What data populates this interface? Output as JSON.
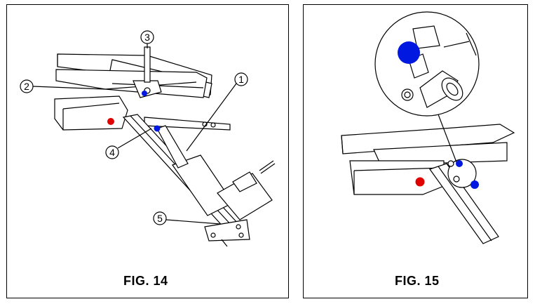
{
  "figure14": {
    "caption": "FIG. 14",
    "callouts": [
      {
        "id": "c1",
        "label": "1"
      },
      {
        "id": "c2",
        "label": "2"
      },
      {
        "id": "c3",
        "label": "3"
      },
      {
        "id": "c4",
        "label": "4"
      },
      {
        "id": "c5",
        "label": "5"
      }
    ]
  },
  "figure15": {
    "caption": "FIG. 15"
  },
  "colors": {
    "marker_red": "#e00000",
    "marker_blue": "#0018e0",
    "line": "#000000"
  }
}
